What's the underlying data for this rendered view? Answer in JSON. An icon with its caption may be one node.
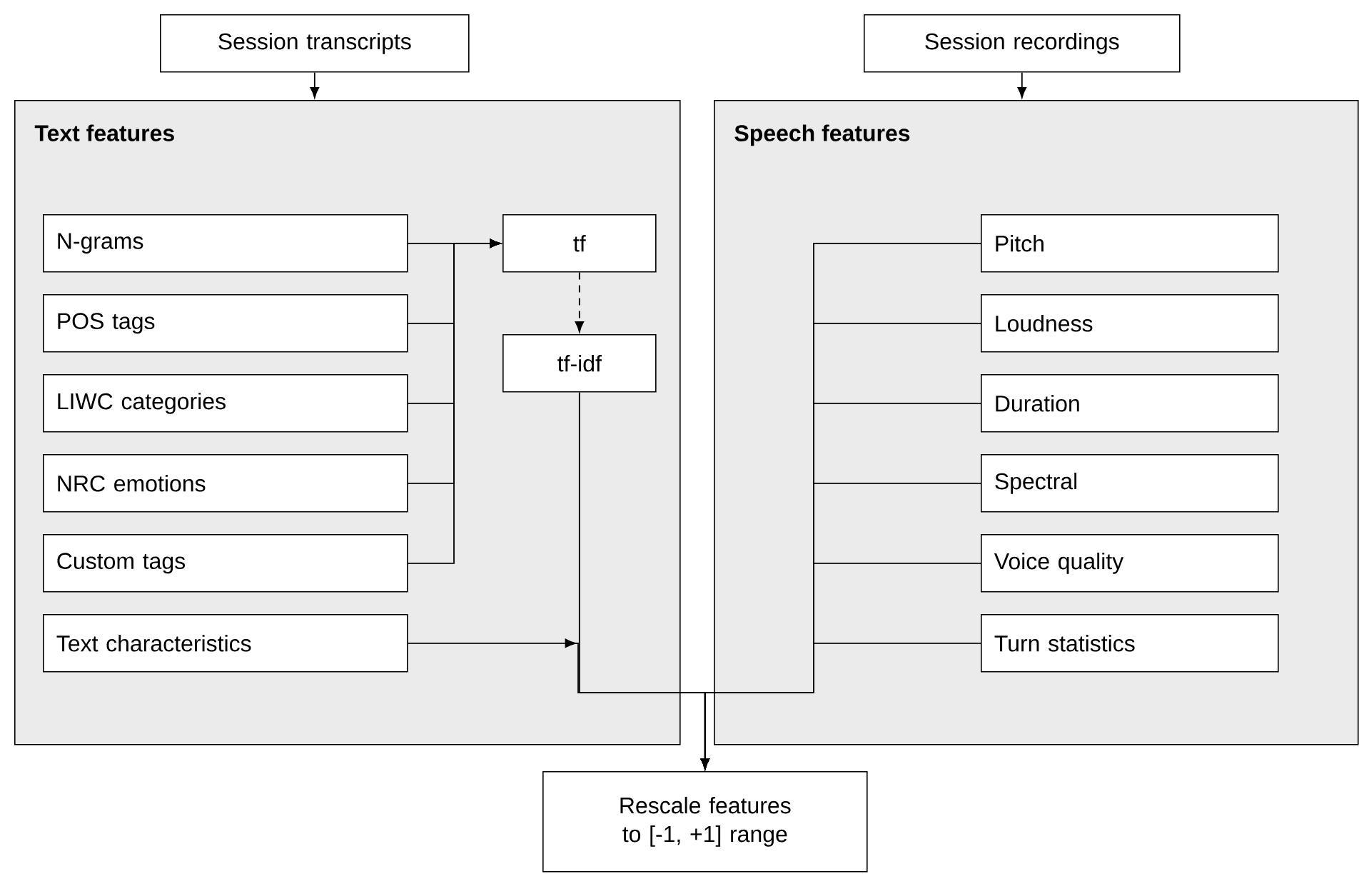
{
  "diagram": {
    "nodes": [
      {
        "text": [
          "Session transcripts"
        ]
      },
      {
        "text": [
          "Session recordings"
        ]
      },
      {
        "text": [
          "Text features"
        ]
      },
      {
        "text": [
          "N-grams"
        ],
        "in": 2
      },
      {
        "text": [
          "POS tags"
        ],
        "in": 2
      },
      {
        "text": [
          "LIWC categories"
        ],
        "in": 2
      },
      {
        "text": [
          "NRC emotions"
        ],
        "in": 2
      },
      {
        "text": [
          "Custom tags"
        ],
        "in": 2
      },
      {
        "text": [
          "Text characteristics"
        ],
        "in": 2
      },
      {
        "text": [
          "tf"
        ],
        "in": 2
      },
      {
        "text": [
          "tf-idf"
        ],
        "in": 2
      },
      {
        "text": [
          "Speech features"
        ]
      },
      {
        "text": [
          "Pitch"
        ],
        "in": 11
      },
      {
        "text": [
          "Loudness"
        ],
        "in": 11
      },
      {
        "text": [
          "Duration"
        ],
        "in": 11
      },
      {
        "text": [
          "Spectral"
        ],
        "in": 11
      },
      {
        "text": [
          "Voice quality"
        ],
        "in": 11
      },
      {
        "text": [
          "Turn statistics"
        ],
        "in": 11
      },
      {
        "text": [
          "Rescale features to [-1, +1] range"
        ]
      }
    ],
    "edges": [
      {
        "from": 0,
        "to": 2,
        "arrow": "to"
      },
      {
        "from": 1,
        "to": 11,
        "arrow": "to"
      },
      {
        "from": 3,
        "to": 9,
        "arrow": "to"
      },
      {
        "from": 4,
        "to": 9,
        "arrow": "to"
      },
      {
        "from": 5,
        "to": 9,
        "arrow": "to"
      },
      {
        "from": 6,
        "to": 9,
        "arrow": "to"
      },
      {
        "from": 7,
        "to": 9,
        "arrow": "to"
      },
      {
        "from": 9,
        "to": 10,
        "arrow": "to",
        "style": "dashed"
      },
      {
        "from": 8,
        "to": 18,
        "arrow": "to"
      },
      {
        "from": 10,
        "to": 18,
        "arrow": "to"
      },
      {
        "from": 12,
        "to": 18,
        "arrow": "to"
      },
      {
        "from": 13,
        "to": 18,
        "arrow": "to"
      },
      {
        "from": 14,
        "to": 18,
        "arrow": "to"
      },
      {
        "from": 15,
        "to": 18,
        "arrow": "to"
      },
      {
        "from": 16,
        "to": 18,
        "arrow": "to"
      },
      {
        "from": 17,
        "to": 18,
        "arrow": "to"
      }
    ]
  }
}
